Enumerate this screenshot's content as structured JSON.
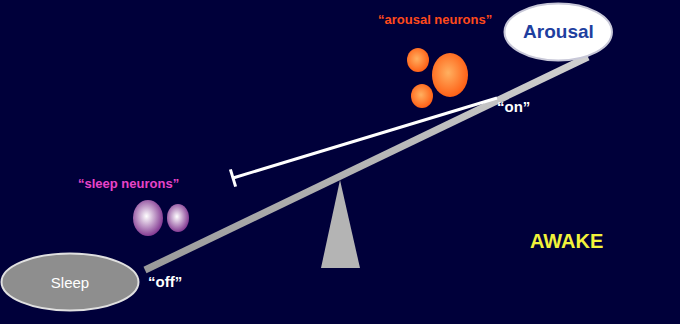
{
  "diagram": {
    "nodes": [
      {
        "text": [
          "“arousal neurons”"
        ]
      },
      {
        "text": [
          "Arousal"
        ]
      },
      {
        "text": [
          "“sleep neurons”"
        ]
      },
      {
        "text": [
          "Sleep"
        ]
      }
    ],
    "edges": [
      {
        "from": 0,
        "to": 2,
        "arrow": "to"
      }
    ],
    "labels": [
      "“on”",
      "“off”",
      "AWAKE"
    ]
  }
}
